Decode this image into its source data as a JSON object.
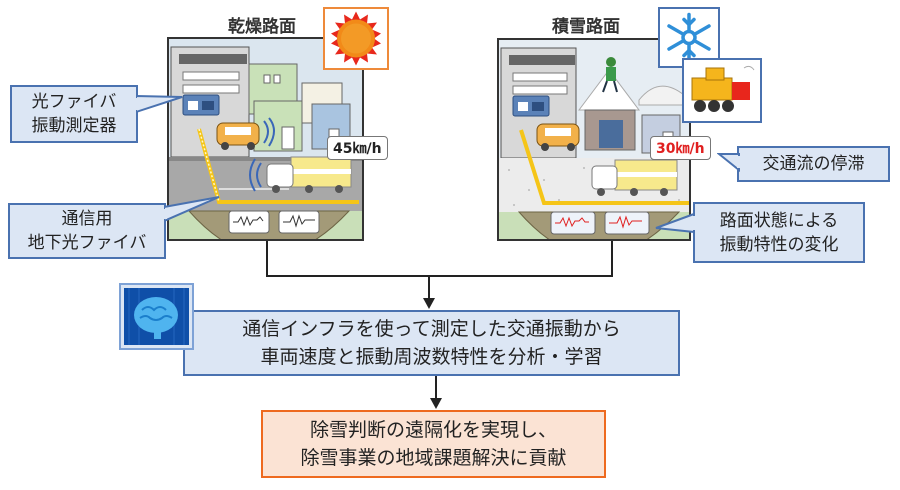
{
  "left_scene": {
    "title": "乾燥路面",
    "speed_label": "45㎞/h",
    "weather_icon": "sun-icon",
    "callouts": {
      "device": [
        "光ファイバ",
        "振動測定器"
      ],
      "fiber": [
        "通信用",
        "地下光ファイバ"
      ]
    }
  },
  "right_scene": {
    "title": "積雪路面",
    "speed_label": "30㎞/h",
    "weather_icon": "snowflake-icon",
    "extra_icon": "snowplow-icon",
    "callouts": {
      "traffic": [
        "交通流の停滞"
      ],
      "vibration": [
        "路面状態による",
        "振動特性の変化"
      ]
    }
  },
  "analysis": {
    "icon": "ai-brain-icon",
    "lines": [
      "通信インフラを使って測定した交通振動から",
      "車両速度と振動周波数特性を分析・学習"
    ]
  },
  "result": {
    "lines": [
      "除雪判断の遠隔化を実現し、",
      "除雪事業の地域課題解決に貢献"
    ]
  },
  "colors": {
    "callout_fill": "#dce6f4",
    "callout_border": "#4a72b0",
    "result_fill": "#fbe3d4",
    "result_border": "#ee6a1f",
    "speed_dry": "#222222",
    "speed_snow": "#e02020",
    "fiber": "#f5c518"
  }
}
